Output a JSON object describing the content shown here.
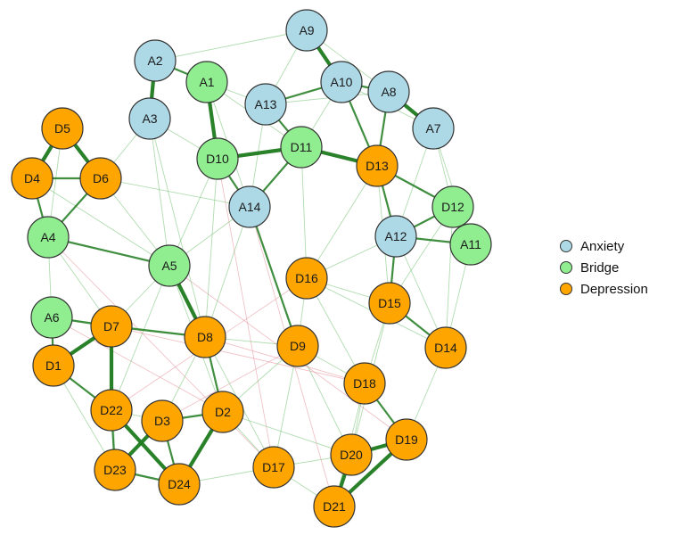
{
  "legend": [
    {
      "key": "anxiety",
      "label": "Anxiety",
      "color": "#add8e6"
    },
    {
      "key": "bridge",
      "label": "Bridge",
      "color": "#90ee90"
    },
    {
      "key": "depression",
      "label": "Depression",
      "color": "#ffa500"
    }
  ],
  "colors": {
    "strong_edge": "#1e7a1e",
    "weak_edge": "#6fbf6f",
    "negative_edge": "#e8a0a8",
    "node_border": "#333333"
  },
  "nodes": [
    {
      "id": "A1",
      "group": "bridge"
    },
    {
      "id": "A2",
      "group": "anxiety"
    },
    {
      "id": "A3",
      "group": "anxiety"
    },
    {
      "id": "A4",
      "group": "bridge"
    },
    {
      "id": "A5",
      "group": "bridge"
    },
    {
      "id": "A6",
      "group": "bridge"
    },
    {
      "id": "A7",
      "group": "anxiety"
    },
    {
      "id": "A8",
      "group": "anxiety"
    },
    {
      "id": "A9",
      "group": "anxiety"
    },
    {
      "id": "A10",
      "group": "anxiety"
    },
    {
      "id": "A11",
      "group": "bridge"
    },
    {
      "id": "A12",
      "group": "anxiety"
    },
    {
      "id": "A13",
      "group": "anxiety"
    },
    {
      "id": "A14",
      "group": "anxiety"
    },
    {
      "id": "D1",
      "group": "depression"
    },
    {
      "id": "D2",
      "group": "depression"
    },
    {
      "id": "D3",
      "group": "depression"
    },
    {
      "id": "D4",
      "group": "depression"
    },
    {
      "id": "D5",
      "group": "depression"
    },
    {
      "id": "D6",
      "group": "depression"
    },
    {
      "id": "D7",
      "group": "depression"
    },
    {
      "id": "D8",
      "group": "depression"
    },
    {
      "id": "D9",
      "group": "depression"
    },
    {
      "id": "D10",
      "group": "bridge"
    },
    {
      "id": "D11",
      "group": "bridge"
    },
    {
      "id": "D12",
      "group": "bridge"
    },
    {
      "id": "D13",
      "group": "depression"
    },
    {
      "id": "D14",
      "group": "depression"
    },
    {
      "id": "D15",
      "group": "depression"
    },
    {
      "id": "D16",
      "group": "depression"
    },
    {
      "id": "D17",
      "group": "depression"
    },
    {
      "id": "D18",
      "group": "depression"
    },
    {
      "id": "D19",
      "group": "depression"
    },
    {
      "id": "D20",
      "group": "depression"
    },
    {
      "id": "D21",
      "group": "depression"
    },
    {
      "id": "D22",
      "group": "depression"
    },
    {
      "id": "D23",
      "group": "depression"
    },
    {
      "id": "D24",
      "group": "depression"
    }
  ],
  "edges": [
    {
      "a": "A2",
      "b": "A3",
      "w": 3
    },
    {
      "a": "A2",
      "b": "A1",
      "w": 2
    },
    {
      "a": "A1",
      "b": "D10",
      "w": 3
    },
    {
      "a": "A1",
      "b": "A13",
      "w": 1
    },
    {
      "a": "A9",
      "b": "A10",
      "w": 3
    },
    {
      "a": "A10",
      "b": "A8",
      "w": 2
    },
    {
      "a": "A8",
      "b": "A7",
      "w": 3
    },
    {
      "a": "A13",
      "b": "A10",
      "w": 2
    },
    {
      "a": "A13",
      "b": "D11",
      "w": 2
    },
    {
      "a": "D10",
      "b": "D11",
      "w": 3
    },
    {
      "a": "D10",
      "b": "A14",
      "w": 2
    },
    {
      "a": "D11",
      "b": "A14",
      "w": 2
    },
    {
      "a": "D11",
      "b": "D13",
      "w": 3
    },
    {
      "a": "A10",
      "b": "D13",
      "w": 2
    },
    {
      "a": "A8",
      "b": "D13",
      "w": 2
    },
    {
      "a": "D13",
      "b": "A12",
      "w": 2
    },
    {
      "a": "D13",
      "b": "D12",
      "w": 2
    },
    {
      "a": "A12",
      "b": "D12",
      "w": 2
    },
    {
      "a": "A12",
      "b": "A11",
      "w": 2
    },
    {
      "a": "D12",
      "b": "A11",
      "w": 2
    },
    {
      "a": "D5",
      "b": "D4",
      "w": 3
    },
    {
      "a": "D5",
      "b": "D6",
      "w": 3
    },
    {
      "a": "D4",
      "b": "D6",
      "w": 2
    },
    {
      "a": "D4",
      "b": "A4",
      "w": 2
    },
    {
      "a": "D6",
      "b": "A4",
      "w": 2
    },
    {
      "a": "A4",
      "b": "A5",
      "w": 2
    },
    {
      "a": "A4",
      "b": "A6",
      "w": 1
    },
    {
      "a": "A6",
      "b": "D7",
      "w": 2
    },
    {
      "a": "A6",
      "b": "D1",
      "w": 2
    },
    {
      "a": "D7",
      "b": "D1",
      "w": 3
    },
    {
      "a": "A5",
      "b": "D8",
      "w": 3
    },
    {
      "a": "D7",
      "b": "D22",
      "w": 3
    },
    {
      "a": "D1",
      "b": "D22",
      "w": 2
    },
    {
      "a": "D22",
      "b": "D23",
      "w": 2
    },
    {
      "a": "D22",
      "b": "D24",
      "w": 3
    },
    {
      "a": "D3",
      "b": "D23",
      "w": 3
    },
    {
      "a": "D3",
      "b": "D24",
      "w": 2
    },
    {
      "a": "D2",
      "b": "D24",
      "w": 3
    },
    {
      "a": "D3",
      "b": "D2",
      "w": 2
    },
    {
      "a": "D23",
      "b": "D24",
      "w": 2
    },
    {
      "a": "D8",
      "b": "D2",
      "w": 2
    },
    {
      "a": "D8",
      "b": "D7",
      "w": 2
    },
    {
      "a": "A14",
      "b": "D9",
      "w": 2
    },
    {
      "a": "D9",
      "b": "D17",
      "w": 1
    },
    {
      "a": "D20",
      "b": "D21",
      "w": 3
    },
    {
      "a": "D20",
      "b": "D19",
      "w": 3
    },
    {
      "a": "D19",
      "b": "D21",
      "w": 3
    },
    {
      "a": "D18",
      "b": "D20",
      "w": 1
    },
    {
      "a": "D18",
      "b": "D19",
      "w": 2
    },
    {
      "a": "D15",
      "b": "D14",
      "w": 2
    },
    {
      "a": "A12",
      "b": "D15",
      "w": 2
    },
    {
      "a": "A12",
      "b": "D14",
      "w": 1
    },
    {
      "a": "D16",
      "b": "D15",
      "w": 1
    },
    {
      "a": "D2",
      "b": "D17",
      "w": 1
    },
    {
      "a": "D17",
      "b": "D20",
      "w": 1
    },
    {
      "a": "D1",
      "b": "D23",
      "w": 1
    },
    {
      "a": "A3",
      "b": "D10",
      "w": 1
    },
    {
      "a": "A5",
      "b": "D10",
      "w": 1
    },
    {
      "a": "A5",
      "b": "D7",
      "w": 1
    },
    {
      "a": "A13",
      "b": "A9",
      "w": 1
    },
    {
      "a": "A7",
      "b": "D12",
      "w": 1
    },
    {
      "a": "D11",
      "b": "A10",
      "w": 1
    },
    {
      "a": "D15",
      "b": "D18",
      "w": 1
    },
    {
      "a": "D9",
      "b": "D18",
      "w": 1
    },
    {
      "a": "D16",
      "b": "D9",
      "w": 1
    },
    {
      "a": "D14",
      "b": "D19",
      "w": 1
    },
    {
      "a": "D8",
      "b": "D9",
      "w": 1
    },
    {
      "a": "A14",
      "b": "A13",
      "w": 1
    },
    {
      "a": "A1",
      "b": "A14",
      "w": 1
    },
    {
      "a": "A2",
      "b": "A9",
      "w": 1
    },
    {
      "a": "A12",
      "b": "A7",
      "w": 1
    },
    {
      "a": "D12",
      "b": "D14",
      "w": 1
    },
    {
      "a": "A11",
      "b": "D14",
      "w": 1
    },
    {
      "a": "D6",
      "b": "A5",
      "w": 1
    },
    {
      "a": "A4",
      "b": "D7",
      "w": 1
    },
    {
      "a": "D22",
      "b": "D3",
      "w": 1
    },
    {
      "a": "D24",
      "b": "D17",
      "w": 1
    },
    {
      "a": "D2",
      "b": "D9",
      "w": 1
    },
    {
      "a": "D8",
      "b": "D17",
      "w": 1
    },
    {
      "a": "D3",
      "b": "D8",
      "w": 1
    },
    {
      "a": "D10",
      "b": "D8",
      "w": 1
    },
    {
      "a": "D11",
      "b": "D16",
      "w": 1
    },
    {
      "a": "D13",
      "b": "D15",
      "w": 1
    },
    {
      "a": "D18",
      "b": "D21",
      "w": 1
    },
    {
      "a": "D16",
      "b": "D18",
      "w": 1
    },
    {
      "a": "D15",
      "b": "D20",
      "w": 1
    },
    {
      "a": "A9",
      "b": "A8",
      "w": 1
    },
    {
      "a": "A13",
      "b": "A8",
      "w": 1
    },
    {
      "a": "A5",
      "b": "D2",
      "w": 1
    },
    {
      "a": "A5",
      "b": "D22",
      "w": 1
    },
    {
      "a": "D7",
      "b": "D23",
      "w": 1
    },
    {
      "a": "A14",
      "b": "D8",
      "w": 1
    },
    {
      "a": "D12",
      "b": "D15",
      "w": 1
    },
    {
      "a": "A5",
      "b": "A14",
      "w": 1
    },
    {
      "a": "D4",
      "b": "A5",
      "w": 1
    },
    {
      "a": "D5",
      "b": "A4",
      "w": 1
    },
    {
      "a": "A3",
      "b": "A5",
      "w": 1
    },
    {
      "a": "A1",
      "b": "D11",
      "w": 1
    },
    {
      "a": "D16",
      "b": "D14",
      "w": 1
    },
    {
      "a": "D17",
      "b": "D21",
      "w": 1
    },
    {
      "a": "D2",
      "b": "D20",
      "w": 1
    },
    {
      "a": "D9",
      "b": "D20",
      "w": 1
    },
    {
      "a": "A6",
      "b": "D8",
      "w": 1
    },
    {
      "a": "A12",
      "b": "D16",
      "w": 1
    },
    {
      "a": "D6",
      "b": "A14",
      "w": 1
    },
    {
      "a": "A3",
      "b": "D8",
      "w": 1
    },
    {
      "a": "A7",
      "b": "A11",
      "w": 1
    },
    {
      "a": "D13",
      "b": "D16",
      "w": 1
    },
    {
      "a": "A3",
      "b": "D6",
      "w": 1
    },
    {
      "a": "A10",
      "b": "A7",
      "w": 1
    }
  ],
  "neg_edges": [
    {
      "a": "A5",
      "b": "D19"
    },
    {
      "a": "D7",
      "b": "D18"
    },
    {
      "a": "A4",
      "b": "D17"
    },
    {
      "a": "D22",
      "b": "D16"
    },
    {
      "a": "A6",
      "b": "D2"
    },
    {
      "a": "A14",
      "b": "D21"
    },
    {
      "a": "D8",
      "b": "D18"
    },
    {
      "a": "D10",
      "b": "D17"
    },
    {
      "a": "D3",
      "b": "D9"
    }
  ]
}
